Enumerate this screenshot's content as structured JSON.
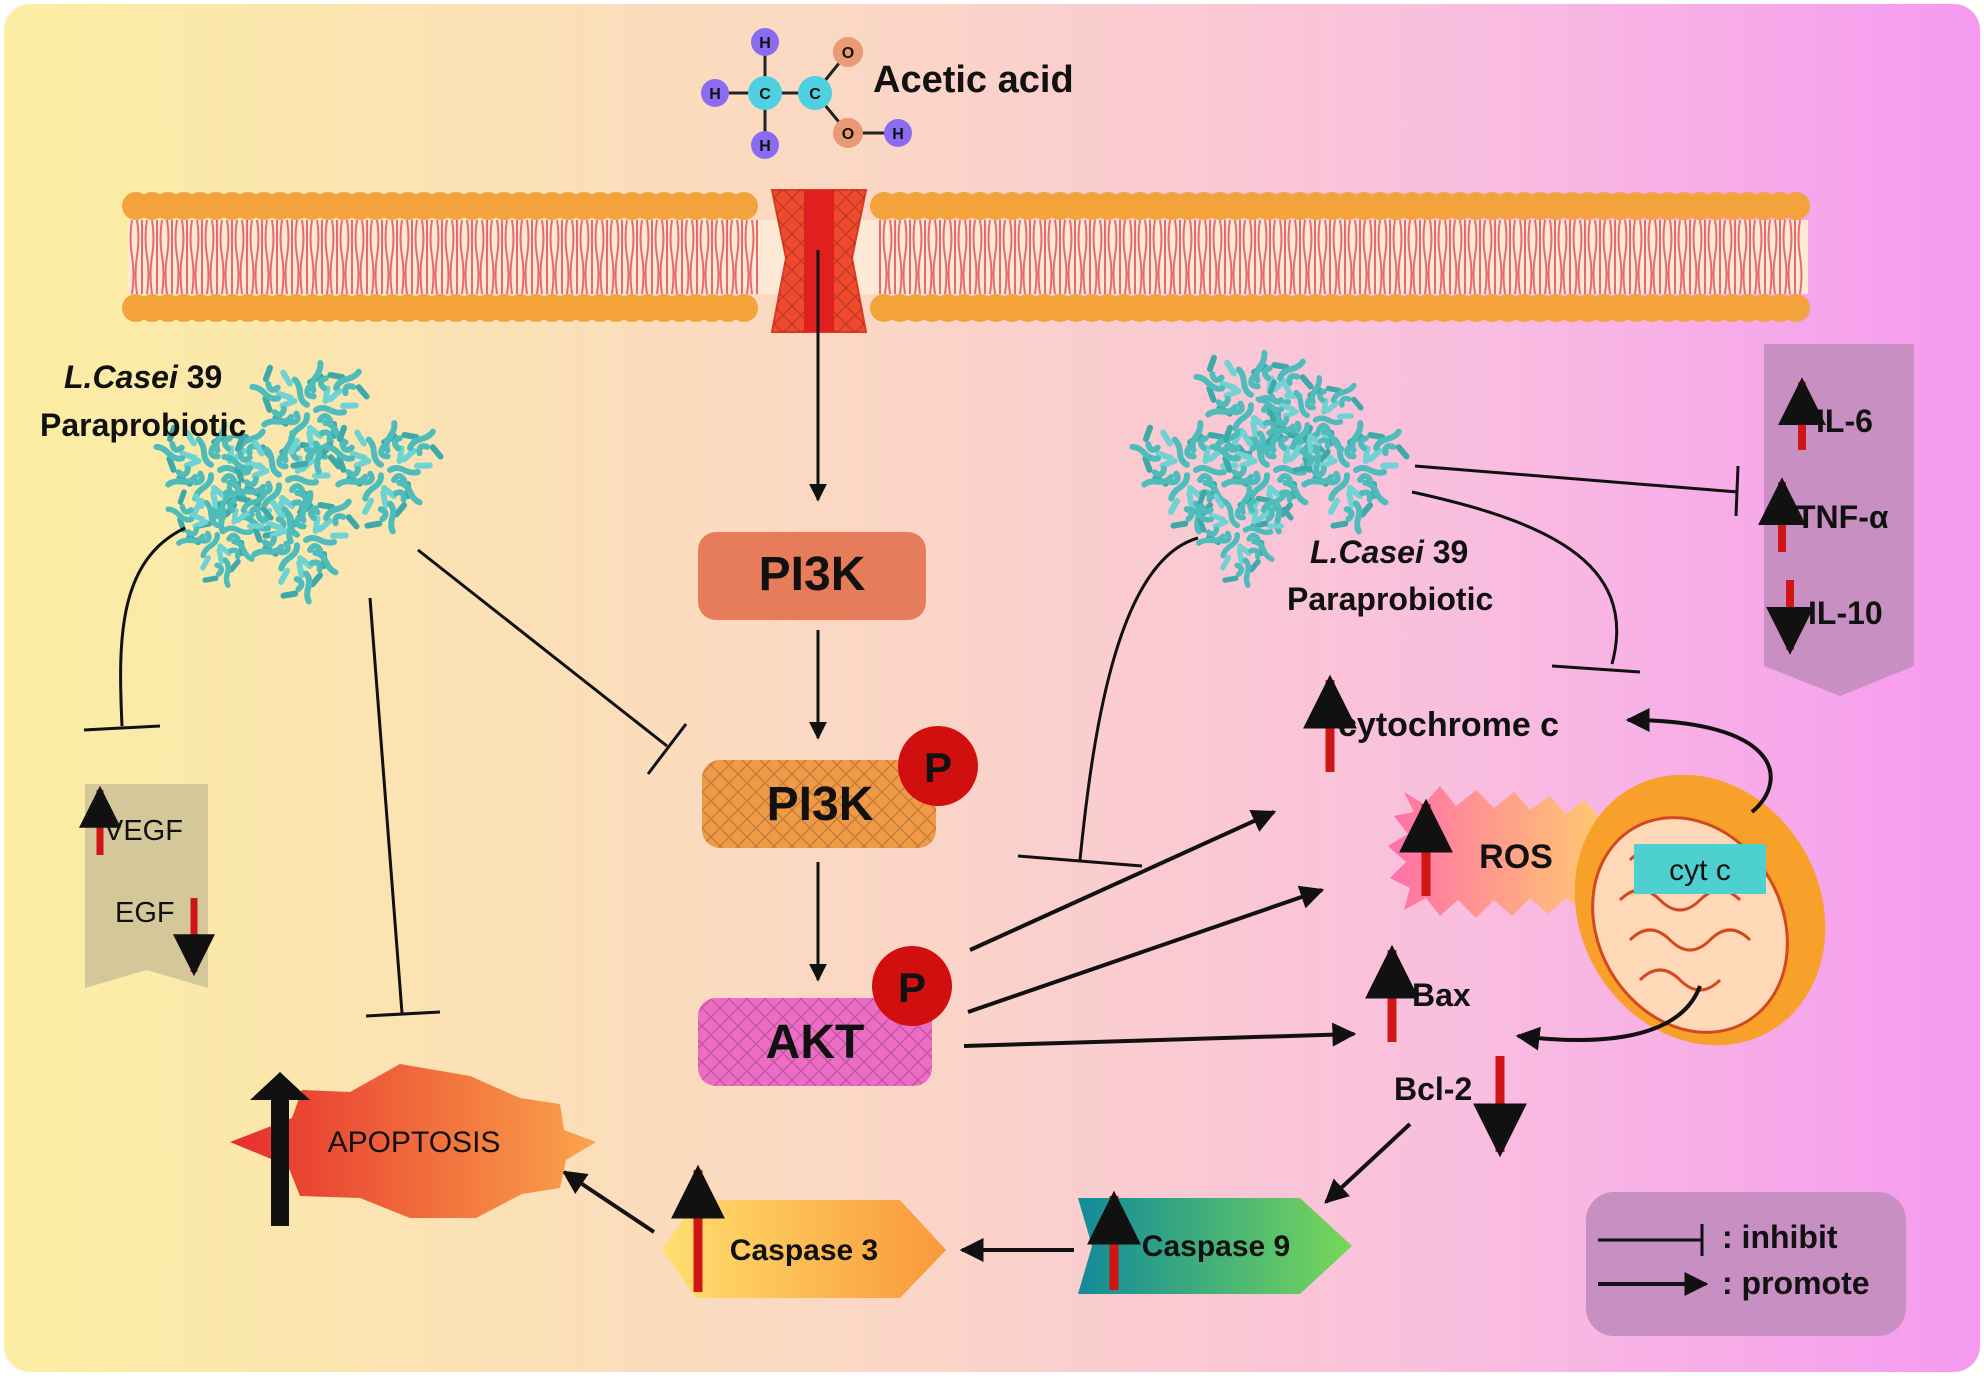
{
  "molecule": {
    "name": "Acetic acid",
    "atoms": {
      "h": "H",
      "c": "C",
      "o": "O"
    }
  },
  "probiotic_left": {
    "name_italic": "L.Casei",
    "name_number": " 39",
    "subtitle": "Paraprobiotic"
  },
  "probiotic_right": {
    "name_italic": "L.Casei",
    "name_number": " 39",
    "subtitle": "Paraprobiotic"
  },
  "pathway": {
    "pi3k": "PI3K",
    "p_pi3k": "PI3K",
    "akt": "AKT",
    "phospho": "P"
  },
  "growth_factors": {
    "vegf": "VEGF",
    "egf": "EGF"
  },
  "cytokines": {
    "il6": "IL-6",
    "tnf": "TNF-α",
    "il10": "IL-10"
  },
  "mito": {
    "cytochrome": "cytochrome c",
    "ros": "ROS",
    "cytc": "cyt c",
    "bax": "Bax",
    "bcl2": "Bcl-2"
  },
  "caspases": {
    "casp9": "Caspase 9",
    "casp3": "Caspase 3"
  },
  "apoptosis": "APOPTOSIS",
  "legend": {
    "inhibit": ": inhibit",
    "promote": ": promote"
  },
  "colors": {
    "bg_left": "#fbeca4",
    "bg_mid": "#fbd3c9",
    "bg_right": "#f7a4ef",
    "membrane": "#f4a23c",
    "pi3k": "#e67c59",
    "p_pi3k": "#f09a47",
    "akt": "#ec6cc6",
    "phospho": "#d10f0f",
    "bacteria": "#5cc7c7",
    "up_arrow": "#d01515",
    "legend_bg": "#c88fc2"
  }
}
